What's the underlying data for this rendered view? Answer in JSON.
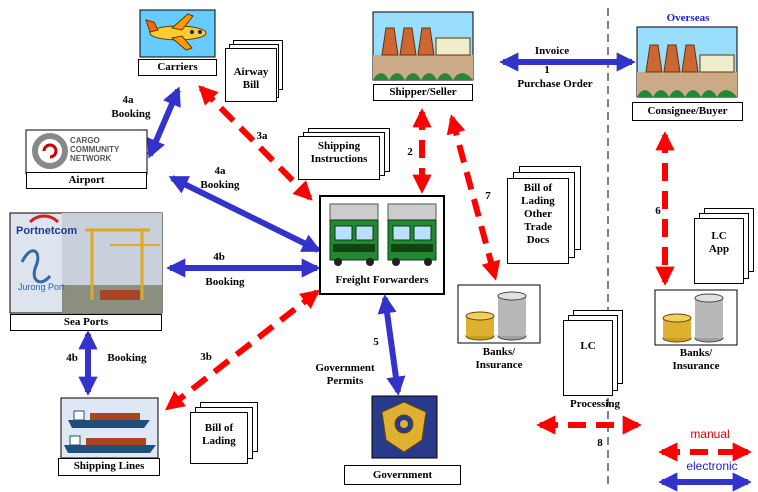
{
  "nodes": {
    "carriers": "Carriers",
    "shipper": "Shipper/Seller",
    "consignee": "Consignee/Buyer",
    "overseas": "Overseas",
    "airport": "Airport",
    "ccn_logo_line1": "CARGO",
    "ccn_logo_line2": "COMMUNITY",
    "ccn_logo_line3": "NETWORK",
    "sea_ports": "Sea Ports",
    "portnet_logo": "Portnetcom",
    "jurong_logo": "Jurong Port",
    "freight_forwarders": "Freight Forwarders",
    "banks_local_1": "Banks/",
    "banks_local_2": "Insurance",
    "banks_overseas_1": "Banks/",
    "banks_overseas_2": "Insurance",
    "shipping_lines": "Shipping Lines",
    "government": "Government"
  },
  "documents": {
    "airway_bill_1": "Airway",
    "airway_bill_2": "Bill",
    "shipping_instr_1": "Shipping",
    "shipping_instr_2": "Instructions",
    "bol_1": "Bill of",
    "bol_2": "Lading",
    "bol_3": "Other",
    "bol_4": "Trade",
    "bol_5": "Docs",
    "lc_app_1": "LC",
    "lc_app_2": "App",
    "lc": "LC",
    "bill_lading_1": "Bill of",
    "bill_lading_2": "Lading"
  },
  "flows": {
    "invoice": "Invoice",
    "num_1": "1",
    "purchase_order": "Purchase Order",
    "num_2": "2",
    "num_3a": "3a",
    "num_3b": "3b",
    "num_4a_left": "4a",
    "booking_4a_left": "Booking",
    "num_4a_mid": "4a",
    "booking_4a_mid": "Booking",
    "num_4b_mid": "4b",
    "booking_4b_mid": "Booking",
    "num_4b_left": "4b",
    "booking_4b_left": "Booking",
    "num_5": "5",
    "gov_permits_1": "Government",
    "gov_permits_2": "Permits",
    "num_6": "6",
    "num_7": "7",
    "processing": "Processing",
    "num_8": "8"
  },
  "legend": {
    "manual": "manual",
    "electronic": "electronic"
  },
  "colors": {
    "manual": "#ff0000",
    "electronic": "#3333cc"
  }
}
